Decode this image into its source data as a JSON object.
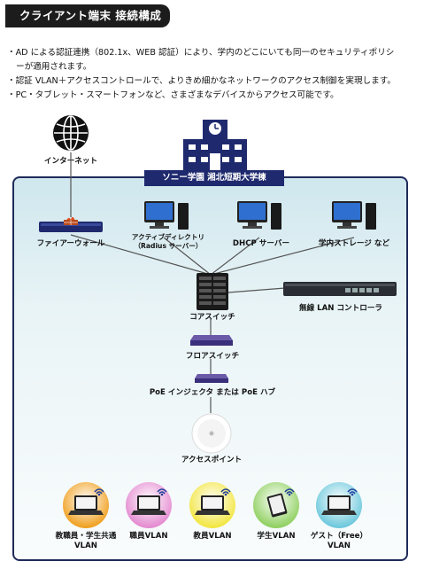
{
  "header": {
    "title": "クライアント端末 接続構成"
  },
  "bullets": [
    "・AD による認証連携（802.1x、WEB 認証）により、学内のどこにいても同一のセキュリティポリシ",
    "ーが適用されます。",
    "・認証 VLAN＋アクセスコントロールで、よりきめ細かなネットワークのアクセス制御を実現します。",
    "・PC・タブレット・スマートフォンなど、さまざまなデバイスからアクセス可能です。"
  ],
  "diagram": {
    "internet": "インターネット",
    "school": "ソニー学園 湘北短期大学棟",
    "firewall": "ファイアーウォール",
    "ad_line1": "アクティブディレクトリ",
    "ad_line2": "（Radius サーバー）",
    "dhcp": "DHCP サーバー",
    "storage": "学内ストレージ など",
    "core_switch": "コアスイッチ",
    "wlan_controller": "無線 LAN コントローラ",
    "floor_switch": "フロアスイッチ",
    "poe": "PoE インジェクタ または PoE ハブ",
    "access_point": "アクセスポイント",
    "vlans": [
      {
        "line1": "教職員・学生共通",
        "line2": "VLAN",
        "color": "#f0a020"
      },
      {
        "line1": "職員VLAN",
        "line2": "",
        "color": "#e48ad0"
      },
      {
        "line1": "教員VLAN",
        "line2": "",
        "color": "#f2e640"
      },
      {
        "line1": "学生VLAN",
        "line2": "",
        "color": "#8fd060"
      },
      {
        "line1": "ゲスト（Free）",
        "line2": "VLAN",
        "color": "#6cc8dc"
      }
    ]
  }
}
